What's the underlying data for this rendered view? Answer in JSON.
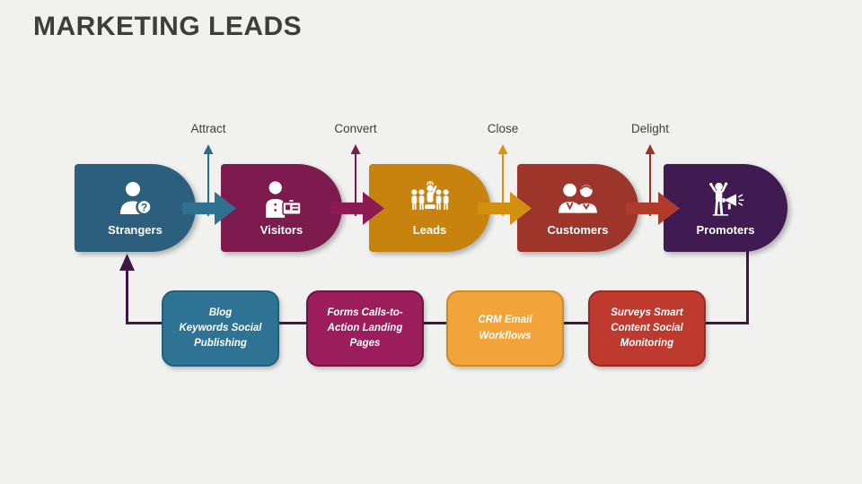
{
  "title": "MARKETING LEADS",
  "background": "#F1F1F0",
  "text_colors": {
    "title": "#3D3D3D",
    "action_label": "#3E3E3E"
  },
  "funnel": {
    "stages": [
      {
        "label": "Strangers",
        "icon": "person-question-icon",
        "fill": "#2C5F7E",
        "arrow_fill": "#2F7191"
      },
      {
        "label": "Visitors",
        "icon": "person-id-badge-icon",
        "fill": "#7D1B4E",
        "arrow_fill": "#8C1B54"
      },
      {
        "label": "Leads",
        "icon": "group-winner-icon",
        "fill": "#C8830F",
        "arrow_fill": "#D3900F"
      },
      {
        "label": "Customers",
        "icon": "two-customers-icon",
        "fill": "#9E352B",
        "arrow_fill": "#B03A2B"
      },
      {
        "label": "Promoters",
        "icon": "megaphone-promoter-icon",
        "fill": "#3F1B52"
      }
    ],
    "actions": [
      {
        "label": "Attract",
        "arrow_color": "#2E6A89"
      },
      {
        "label": "Convert",
        "arrow_color": "#7D1B4E"
      },
      {
        "label": "Close",
        "arrow_color": "#DC920F"
      },
      {
        "label": "Delight",
        "arrow_color": "#A02F22"
      }
    ]
  },
  "tools": [
    {
      "text": "Blog\nKeywords Social\nPublishing",
      "fill": "#2F7394",
      "border": "#255E79"
    },
    {
      "text": "Forms Calls-to-\nAction Landing\nPages",
      "fill": "#9C1D5C",
      "border": "#6E1443"
    },
    {
      "text": "CRM Email\nWorkflows",
      "fill": "#F2A339",
      "border": "#CE8C1B"
    },
    {
      "text": "Surveys Smart\nContent Social\nMonitoring",
      "fill": "#BE3A2E",
      "border": "#992B22"
    }
  ],
  "loop": {
    "color": "#3F1747"
  }
}
